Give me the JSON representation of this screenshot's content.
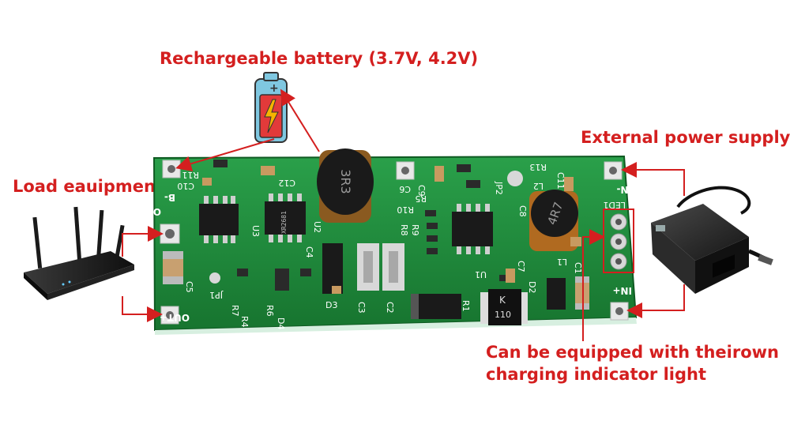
{
  "labels": {
    "battery": "Rechargeable battery (3.7V, 4.2V)",
    "load": "Load eauipment",
    "external": "External power supply",
    "indicator_line1": "Can be equipped with theirown",
    "indicator_line2": "charging indicator light"
  },
  "board_silkscreen": {
    "b_minus": "B-",
    "out_minus": "OUT-",
    "out_plus": "OUT+",
    "in_minus": "IN-",
    "in_plus": "IN+",
    "led": "LED1",
    "inductor_left": "3R3",
    "inductor_right": "4R7",
    "diode_k": "K",
    "diode_code": "110",
    "chip_u3": "U3",
    "chip_u2": "U2",
    "chip_u1": "U1",
    "l1": "L1",
    "l2": "L2",
    "c5": "C5",
    "jp1": "JP1",
    "r4": "R4",
    "d4": "D4",
    "r6": "R6",
    "r7": "R7",
    "d3": "D3",
    "c3": "C3",
    "c2": "C2",
    "r1": "R1",
    "d2": "D2",
    "c7": "C7",
    "c4": "C4",
    "c8": "C8",
    "r13": "R13",
    "jp2": "JP2",
    "c11": "C11",
    "r11": "R11",
    "c10": "C10",
    "c12": "C12",
    "c6": "C6",
    "r10": "R10",
    "r8": "R8",
    "r9": "R9",
    "r5": "R5",
    "c9": "C9",
    "c1": "C1"
  },
  "colors": {
    "annotation_red": "#d41f1f",
    "pcb_green": "#1f8a3c",
    "battery_body": "#e23a3a",
    "battery_shell": "#7fc7e0"
  }
}
